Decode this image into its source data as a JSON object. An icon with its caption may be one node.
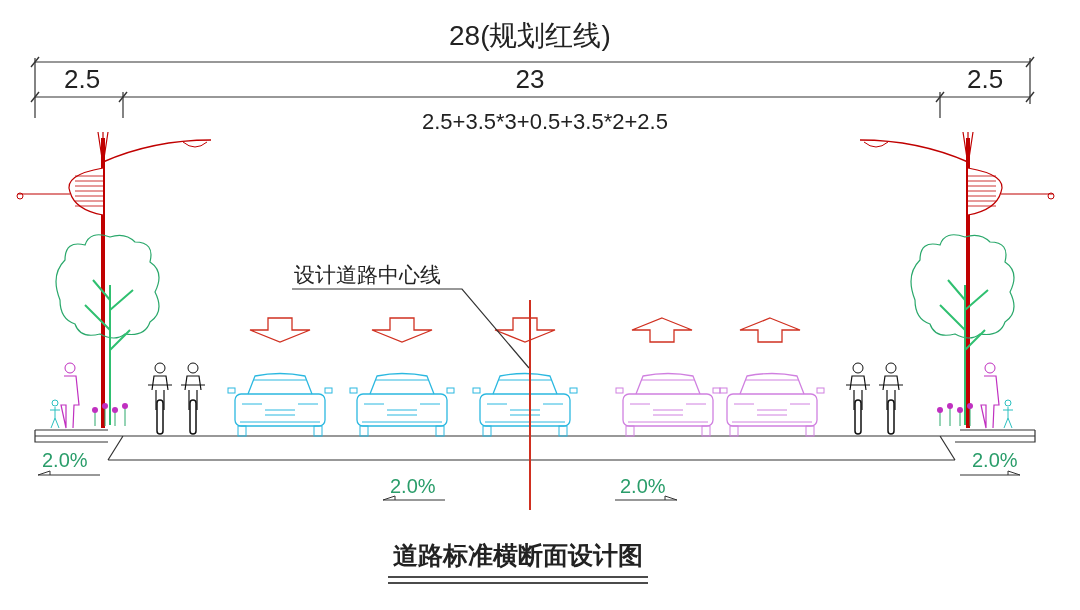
{
  "diagram": {
    "caption": "道路标准横断面设计图",
    "nodes": [
      {
        "text": [
          "设计道路中心线"
        ]
      },
      {
        "text": [],
        "shape": "line"
      }
    ],
    "edges": [
      {
        "from": 0,
        "to": 1,
        "arrow": "none"
      }
    ],
    "labels": [
      "28(规划红线)",
      "2.5",
      "23",
      "2.5",
      "2.5+3.5*3+0.5+3.5*2+2.5",
      "2.0%",
      "2.0%",
      "2.0%",
      "2.0%"
    ]
  }
}
